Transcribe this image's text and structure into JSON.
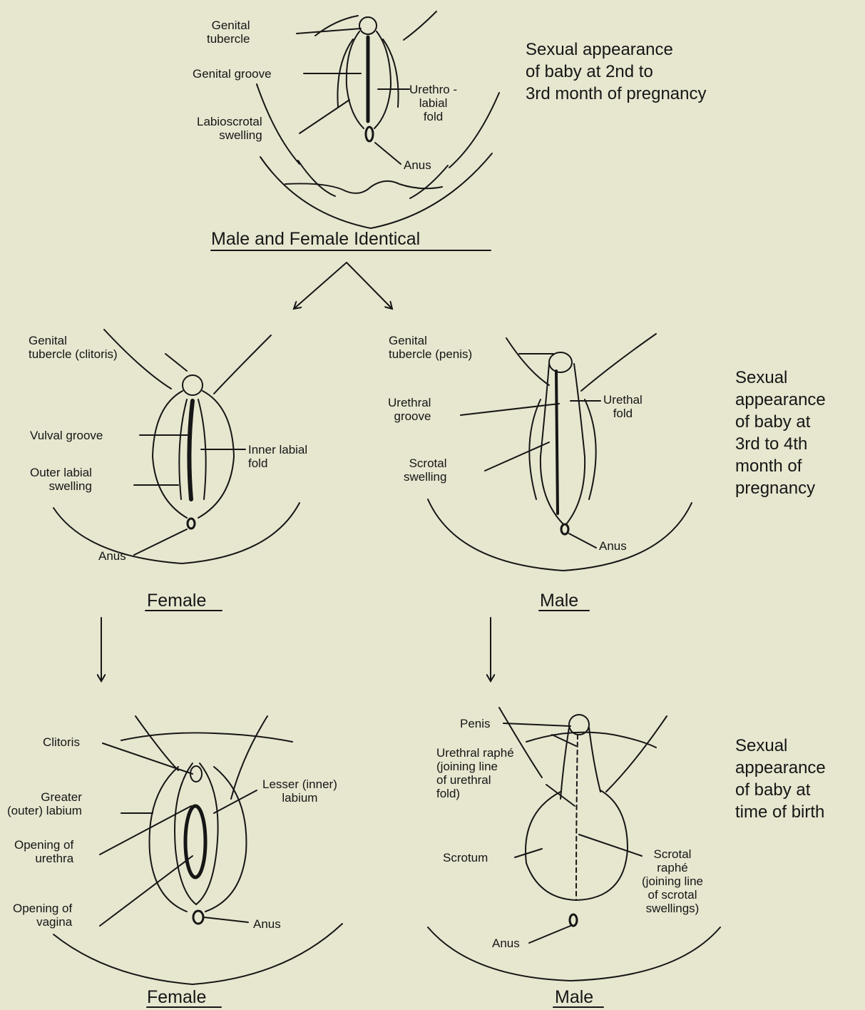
{
  "stage1": {
    "labels": {
      "genital_tubercle": "Genital\ntubercle",
      "genital_groove": "Genital groove",
      "labioscrotal_swelling": "Labioscrotal\nswelling",
      "urethrolabial_fold": "Urethro -\nlabial\nfold",
      "anus": "Anus"
    },
    "caption": "Male and Female Identical",
    "description": "Sexual appearance\nof baby at 2nd to\n3rd month of pregnancy"
  },
  "stage2": {
    "female": {
      "labels": {
        "genital_tubercle": "Genital\ntubercle (clitoris)",
        "vulval_groove": "Vulval groove",
        "inner_labial_fold": "Inner labial\nfold",
        "outer_labial_swelling": "Outer labial\nswelling",
        "anus": "Anus"
      },
      "caption": "Female"
    },
    "male": {
      "labels": {
        "genital_tubercle": "Genital\ntubercle (penis)",
        "urethral_groove": "Urethral\ngroove",
        "urethral_fold": "Urethal\nfold",
        "scrotal_swelling": "Scrotal\nswelling",
        "anus": "Anus"
      },
      "caption": "Male"
    },
    "description": "Sexual\nappearance\nof baby at\n3rd to 4th\nmonth of\npregnancy"
  },
  "stage3": {
    "female": {
      "labels": {
        "clitoris": "Clitoris",
        "greater_labium": "Greater\n(outer) labium",
        "lesser_labium": "Lesser (inner)\nlabium",
        "opening_urethra": "Opening of\nurethra",
        "opening_vagina": "Opening of\nvagina",
        "anus": "Anus"
      },
      "caption": "Female"
    },
    "male": {
      "labels": {
        "penis": "Penis",
        "urethral_raphe": "Urethral raphé\n(joining line\nof urethral\nfold)",
        "scrotum": "Scrotum",
        "scrotal_raphe": "Scrotal\nraphé\n(joining line\nof scrotal\nswellings)",
        "anus": "Anus"
      },
      "caption": "Male"
    },
    "description": "Sexual\nappearance\nof baby at\ntime of birth"
  }
}
